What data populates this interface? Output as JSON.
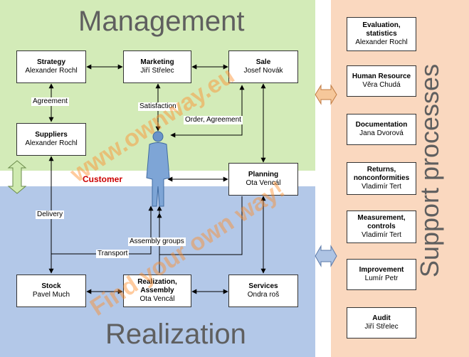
{
  "regions": {
    "management": "Management",
    "realization": "Realization",
    "support": "Support processes",
    "customer": "Customer"
  },
  "boxes": {
    "strategy": {
      "title": "Strategy",
      "person": "Alexander Rochl"
    },
    "marketing": {
      "title": "Marketing",
      "person": "Jiří Střelec"
    },
    "sale": {
      "title": "Sale",
      "person": "Josef Novák"
    },
    "suppliers": {
      "title": "Suppliers",
      "person": "Alexander Rochl"
    },
    "planning": {
      "title": "Planning",
      "person": "Ota Vencál"
    },
    "stock": {
      "title": "Stock",
      "person": "Pavel Much"
    },
    "realization": {
      "title": "Realization, Assembly",
      "person": "Ota Vencál"
    },
    "services": {
      "title": "Services",
      "person": "Ondra roš"
    }
  },
  "support_boxes": [
    {
      "title": "Evaluation, statistics",
      "person": "Alexander Rochl"
    },
    {
      "title": "Human Resource",
      "person": "Věra Chudá"
    },
    {
      "title": "Documentation",
      "person": "Jana Dvorová"
    },
    {
      "title": "Returns, nonconformities",
      "person": "Vladimír Tert"
    },
    {
      "title": "Measurement, controls",
      "person": "Vladimír Tert"
    },
    {
      "title": "Improvement",
      "person": "Lumír Petr"
    },
    {
      "title": "Audit",
      "person": "Jiří Střelec"
    }
  ],
  "labels": {
    "agreement": "Agreement",
    "satisfaction": "Satisfaction",
    "order_agreement": "Order, Agreement",
    "delivery": "Delivery",
    "assembly_groups": "Assembly groups",
    "transport": "Transport"
  },
  "watermarks": {
    "site": "www.ownway.eu",
    "slogan": "Find your own way!"
  },
  "colors": {
    "management_bg": "#d3ebb8",
    "realization_bg": "#b3c8e8",
    "support_bg": "#fad8bf",
    "customer_text": "#cc0000",
    "watermark": "#ff8c28",
    "person_figure": "#6a93c9"
  }
}
